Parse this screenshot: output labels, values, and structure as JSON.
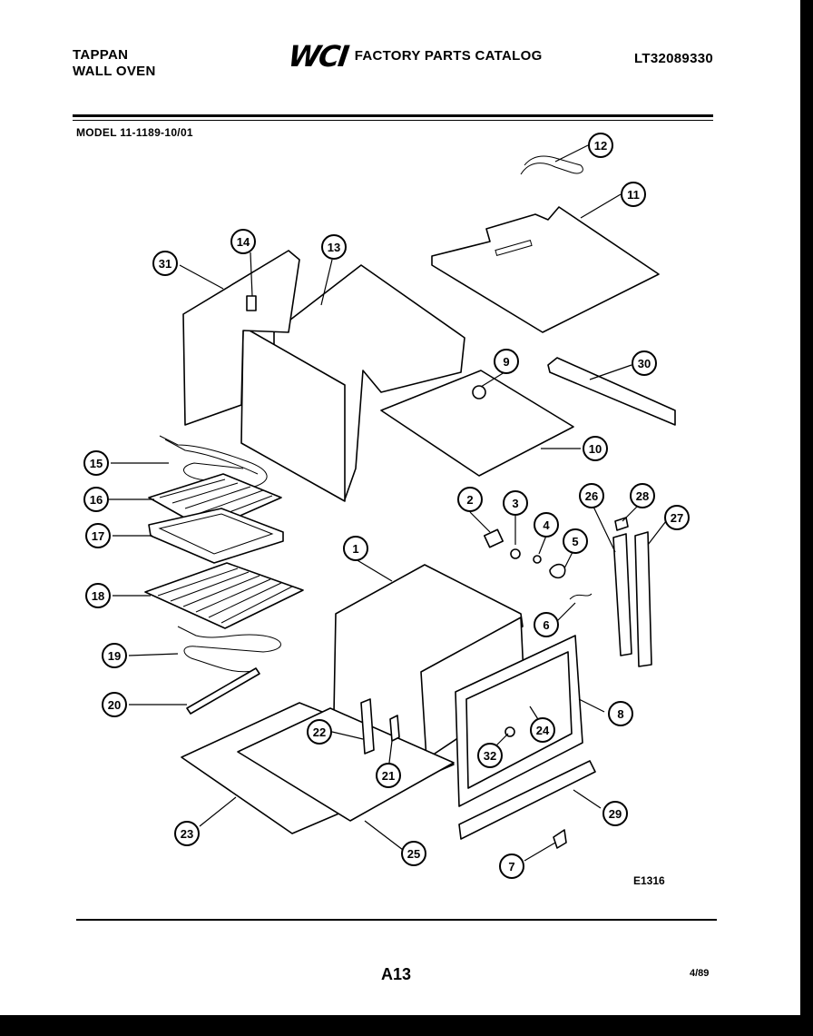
{
  "header": {
    "brand_line1": "TAPPAN",
    "brand_line2": "WALL OVEN",
    "logo_text": "WCI",
    "catalog_title": "FACTORY PARTS CATALOG",
    "publication_number": "LT32089330",
    "model_label": "MODEL 11-1189-10/01"
  },
  "diagram": {
    "callouts": [
      {
        "id": "1"
      },
      {
        "id": "2"
      },
      {
        "id": "3"
      },
      {
        "id": "4"
      },
      {
        "id": "5"
      },
      {
        "id": "6"
      },
      {
        "id": "7"
      },
      {
        "id": "8"
      },
      {
        "id": "9"
      },
      {
        "id": "10"
      },
      {
        "id": "11"
      },
      {
        "id": "12"
      },
      {
        "id": "13"
      },
      {
        "id": "14"
      },
      {
        "id": "15"
      },
      {
        "id": "16"
      },
      {
        "id": "17"
      },
      {
        "id": "18"
      },
      {
        "id": "19"
      },
      {
        "id": "20"
      },
      {
        "id": "21"
      },
      {
        "id": "22"
      },
      {
        "id": "23"
      },
      {
        "id": "24"
      },
      {
        "id": "25"
      },
      {
        "id": "26"
      },
      {
        "id": "27"
      },
      {
        "id": "28"
      },
      {
        "id": "29"
      },
      {
        "id": "30"
      },
      {
        "id": "31"
      },
      {
        "id": "32"
      }
    ],
    "drawing_code": "E1316"
  },
  "footer": {
    "page_number": "A13",
    "date": "4/89"
  }
}
